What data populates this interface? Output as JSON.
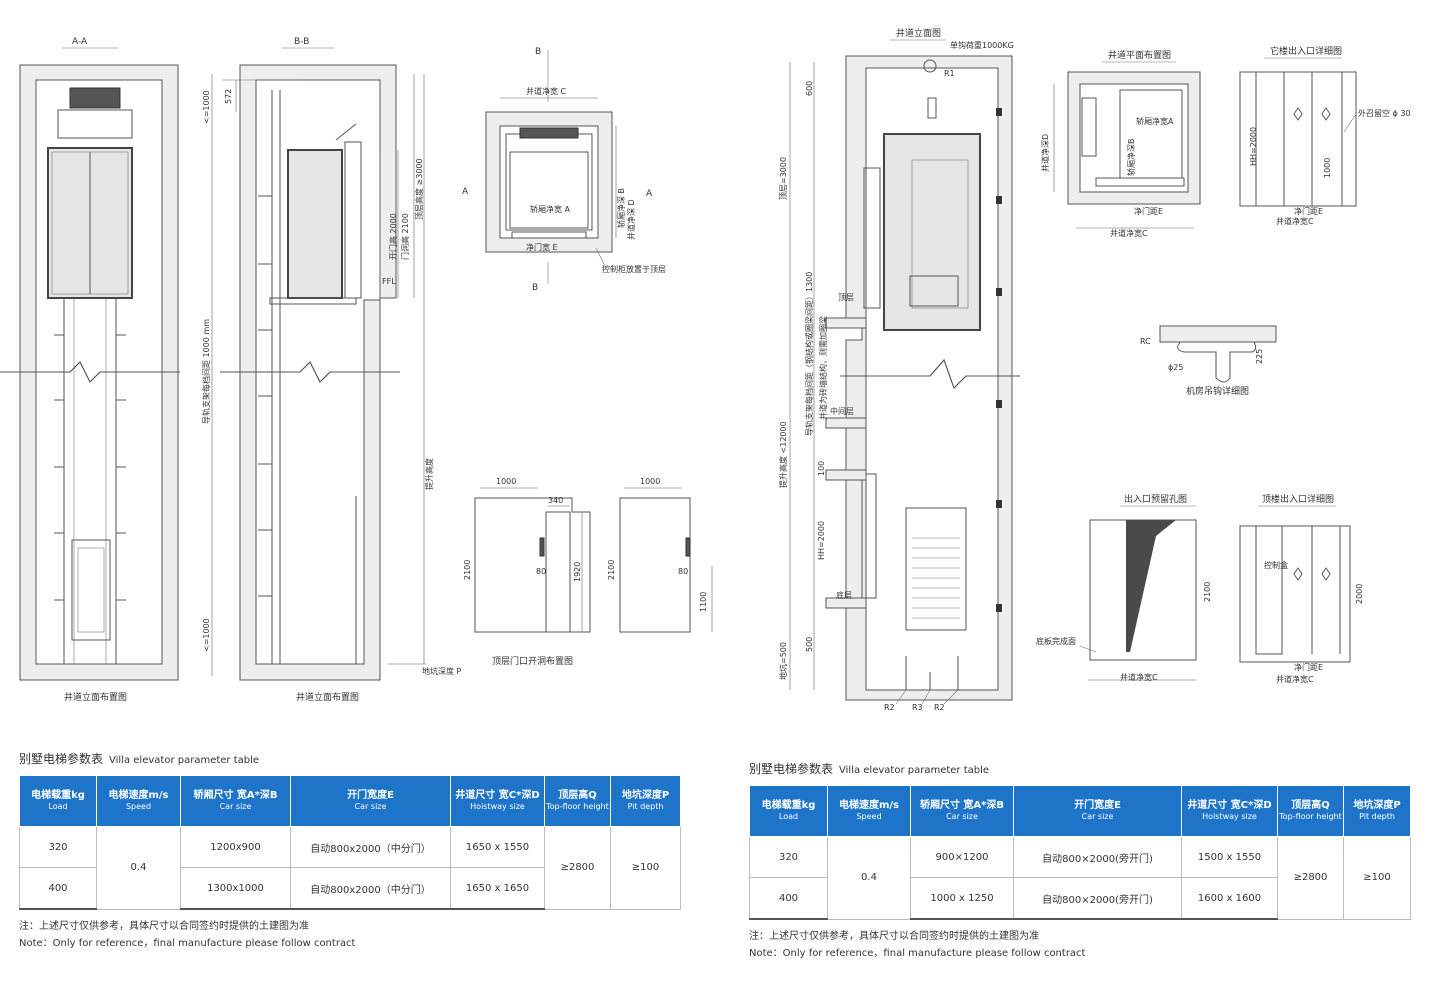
{
  "left_drawings": {
    "aa_section": "A-A",
    "bb_section": "B-B",
    "shaft_elevation_caption": "井道立面布置图",
    "shaft_elevation_caption_2": "井道立面布置图",
    "dim_le_1000_top": "<=1000",
    "dim_572": "572",
    "dim_le_1000_bottom": "<=1000",
    "rail_bracket_spacing": "导轨支架每档间距 1000 mm",
    "door_height": "开门高 2000",
    "door_opening_height": "门洞高 2100",
    "top_floor_height": "顶层高度 ≥3000",
    "ffl": "FFL",
    "travel_height": "提升高度",
    "pit_depth": "地坑深度 P",
    "plan_b_top": "B",
    "plan_b_bottom": "B",
    "plan_a_left": "A",
    "plan_a_right": "A",
    "shaft_width_c": "井道净宽 C",
    "car_width_a": "轿厢净宽 A",
    "car_depth_b": "轿厢净深 B",
    "shaft_depth_d": "井道净深 D",
    "door_width_e": "净门宽 E",
    "controller_note": "控制柜放置于顶层",
    "door_1000_a": "1000",
    "door_340": "340",
    "door_2100_a": "2100",
    "door_80_a": "80",
    "door_1920": "1920",
    "door_1000_b": "1000",
    "door_2100_b": "2100",
    "door_80_b": "80",
    "door_1100": "1100",
    "top_door_caption": "顶层门口开洞布置图"
  },
  "right_drawings": {
    "shaft_elevation_title": "井道立面图",
    "hook_load": "单钩荷重1000KG",
    "r1": "R1",
    "dim_600": "600",
    "top_3000": "顶层=3000",
    "rail_spacing_1300": "导轨支架每档间距（钢结构或圈梁间距）1300",
    "rail_note_2": "井道为砖墙结构，则需加圈梁",
    "top_floor": "顶层",
    "mid_floor": "中间层",
    "travel_12000": "提升高度 <12000",
    "dim_100": "100",
    "hh_2000": "HH=2000",
    "bottom_floor": "底层",
    "pit_500": "地坑=500",
    "dim_500": "500",
    "r2_a": "R2",
    "r3": "R3",
    "r2_b": "R2",
    "plan_title": "井道平面布置图",
    "shaft_depth_d": "井道净深D",
    "car_width_a": "轿厢净宽A",
    "car_depth_b": "轿厢净深B",
    "door_e": "净门距E",
    "shaft_width_c": "井道净宽C",
    "other_floor_title": "它楼出入口详细图",
    "hh_2000_b": "HH=2000",
    "dim_1000": "1000",
    "call_hole": "外召留空 ϕ 30",
    "door_e2": "净门距E",
    "shaft_c2": "井道净宽C",
    "rc": "RC",
    "phi25": "ϕ25",
    "dim_225": "225",
    "hook_caption": "机房吊钩详细图",
    "opening_title": "出入口预留孔图",
    "floor_finish": "底板完成面",
    "dim_2100": "2100",
    "shaft_c3": "井道净宽C",
    "top_entry_title": "顶楼出入口详细图",
    "control_box": "控制盒",
    "dim_2000": "2000",
    "door_e3": "净门距E",
    "shaft_c4": "井道净宽C"
  },
  "table_left": {
    "title_cn": "别墅电梯参数表",
    "title_en": "Villa elevator parameter table",
    "headers": [
      {
        "cn": "电梯载重kg",
        "en": "Load"
      },
      {
        "cn": "电梯速度m/s",
        "en": "Speed"
      },
      {
        "cn": "轿厢尺寸 宽A*深B",
        "en": "Car size"
      },
      {
        "cn": "开门宽度E",
        "en": "Car size"
      },
      {
        "cn": "井道尺寸 宽C*深D",
        "en": "Hoistway size"
      },
      {
        "cn": "顶层高Q",
        "en": "Top-floor height"
      },
      {
        "cn": "地坑深度P",
        "en": "Pit depth"
      }
    ],
    "rows": [
      {
        "load": "320",
        "car": "1200x900",
        "door": "自动800x2000（中分门）",
        "hoistway": "1650 x 1550"
      },
      {
        "load": "400",
        "car": "1300x1000",
        "door": "自动800x2000（中分门）",
        "hoistway": "1650 x 1650"
      }
    ],
    "speed": "0.4",
    "top_height": "≥2800",
    "pit": "≥100",
    "note_cn": "注：上述尺寸仅供参考，具体尺寸以合同签约时提供的土建图为准",
    "note_en": "Note：Only for reference，final manufacture please follow contract"
  },
  "table_right": {
    "title_cn": "别墅电梯参数表",
    "title_en": "Villa elevator parameter table",
    "headers": [
      {
        "cn": "电梯载重kg",
        "en": "Load"
      },
      {
        "cn": "电梯速度m/s",
        "en": "Speed"
      },
      {
        "cn": "轿厢尺寸 宽A*深B",
        "en": "Car size"
      },
      {
        "cn": "开门宽度E",
        "en": "Car size"
      },
      {
        "cn": "井道尺寸 宽C*深D",
        "en": "Hoistway size"
      },
      {
        "cn": "顶层高Q",
        "en": "Top-floor height"
      },
      {
        "cn": "地坑深度P",
        "en": "Pit depth"
      }
    ],
    "rows": [
      {
        "load": "320",
        "car": "900×1200",
        "door": "自动800×2000(旁开门)",
        "hoistway": "1500 x 1550"
      },
      {
        "load": "400",
        "car": "1000 x 1250",
        "door": "自动800×2000(旁开门)",
        "hoistway": "1600 x 1600"
      }
    ],
    "speed": "0.4",
    "top_height": "≥2800",
    "pit": "≥100",
    "note_cn": "注：上述尺寸仅供参考，具体尺寸以合同签约时提供的土建图为准",
    "note_en": "Note：Only for reference，final manufacture please follow contract"
  }
}
